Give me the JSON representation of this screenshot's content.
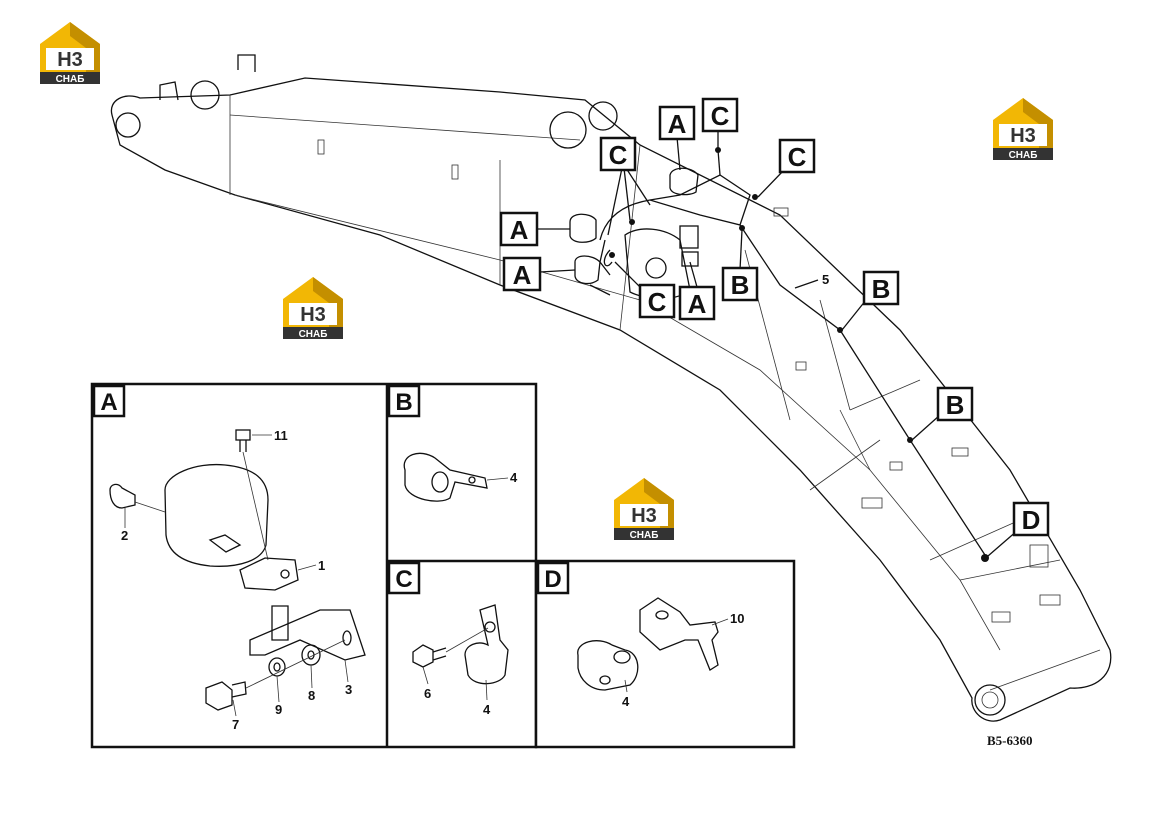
{
  "logo": {
    "top": "H3",
    "bottom": "CHAБ",
    "color_primary": "#f2b705",
    "color_dark": "#333333"
  },
  "callouts": [
    "A",
    "B",
    "C",
    "D"
  ],
  "main_callouts": {
    "a1": "A",
    "a2": "A",
    "a3": "A",
    "a4": "A",
    "b1": "B",
    "b2": "B",
    "b3": "B",
    "c1": "C",
    "c2": "C",
    "c3": "C",
    "c4": "C",
    "d1": "D"
  },
  "part_numbers": {
    "p5": "5",
    "pA11": "11",
    "pA2": "2",
    "pA1": "1",
    "pA7": "7",
    "pA9": "9",
    "pA8": "8",
    "pA3": "3",
    "pB4": "4",
    "pC6": "6",
    "pC4": "4",
    "pD10": "10",
    "pD4": "4"
  },
  "panels": {
    "a": "A",
    "b": "B",
    "c": "C",
    "d": "D"
  },
  "figure_code": "B5-6360",
  "colors": {
    "line": "#111111",
    "logo_yellow": "#f2b705"
  }
}
